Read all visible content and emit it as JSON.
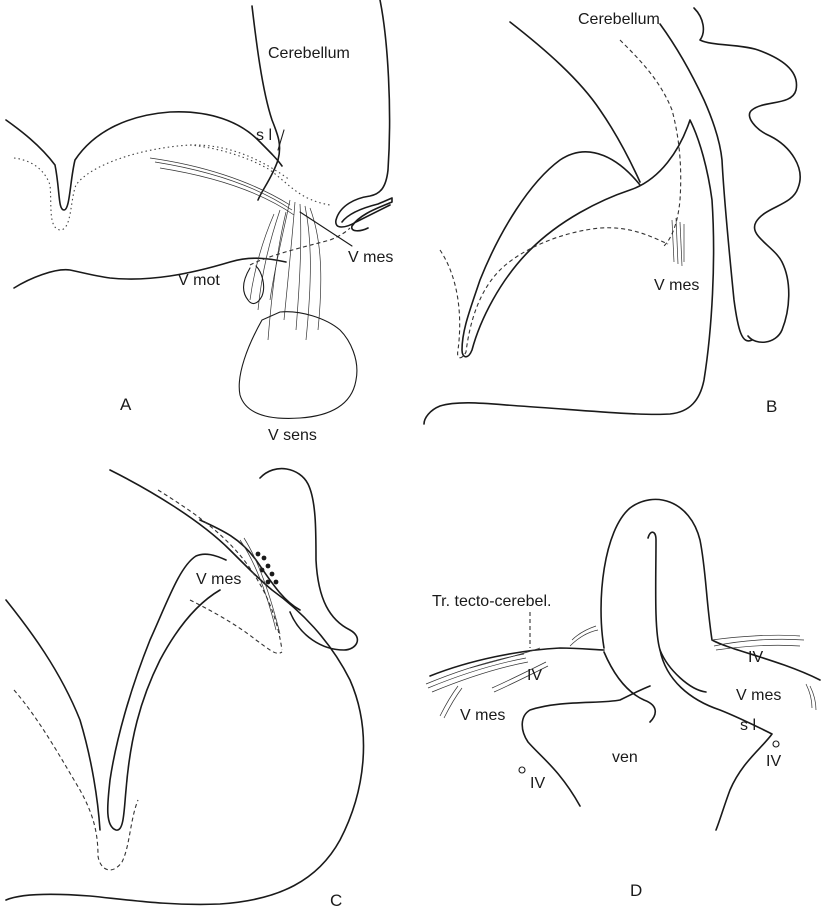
{
  "panels": {
    "A": {
      "letter": "A",
      "labels": {
        "cerebellum": "Cerebellum",
        "s1": "s l",
        "v_mes": "V mes",
        "v_mot": "V mot",
        "v_sens": "V sens"
      }
    },
    "B": {
      "letter": "B",
      "labels": {
        "cerebellum": "Cerebellum",
        "v_mes": "V mes"
      }
    },
    "C": {
      "letter": "C",
      "labels": {
        "v_mes": "V mes"
      }
    },
    "D": {
      "letter": "D",
      "labels": {
        "tr_tecto": "Tr. tecto-cerebel.",
        "iv_left": "IV",
        "iv_right": "IV",
        "iv_bottom_left": "IV",
        "iv_bottom_right": "IV",
        "v_mes_left": "V mes",
        "v_mes_right": "V mes",
        "s1": "s l",
        "ven": "ven"
      }
    }
  },
  "colors": {
    "ink": "#1a1a1a",
    "background": "#ffffff"
  }
}
